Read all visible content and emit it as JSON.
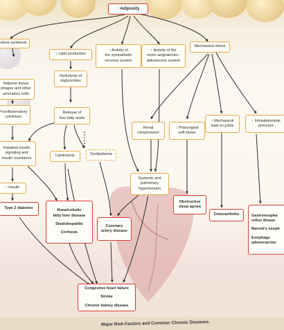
{
  "diagram": {
    "top": {
      "label": "↑ Adiposity"
    },
    "level1": {
      "cytokine": "okine synthesis",
      "lipid": "↑ Lipid production",
      "sympathetic": "↑ Activity of\nthe sympathetic\nnervous system",
      "raas": "↑ Activity of the\nrenin–angiotensin–\naldosterone system",
      "mechanical": "Mechanical stress"
    },
    "adipose": "Adipose tissue\nphages and other\nammatory cells",
    "hydrolysis": "Hydrolysis of\ntriglycerides",
    "proinflam": "Proinflammatory\ncytokines",
    "ffa": "Release of\nfree fatty acids",
    "renal": "Renal\ncompression",
    "pharyngeal": "↑ Pharyngeal\nsoft tissue",
    "joints": "↑ Mechanical\nload on joints",
    "abdominal": "↑ Intraabdominal\npressure",
    "insulin_resistance": "Impaired insulin\nsignaling and\ninsulin resistance",
    "lipotoxicity": "Lipotoxicity",
    "dyslipidemia": "Dyslipidemia",
    "hypertension": "Systemic and\npulmonary\nhypertension",
    "insulin_up": "↑ Insulin",
    "diabetes": "Type 2 diabetes",
    "nafld": {
      "a": "Nonalcoholic\nfatty liver disease",
      "b": "Steatohepatitis",
      "c": "Cirrhosis"
    },
    "cad": "Coronary\nartery disease",
    "osa": "Obstructive\nsleep apnea",
    "oa": "Osteoarthritis",
    "gerd": {
      "a": "Gastroesopha\nreflux diseas",
      "b": "Barrett's esoph",
      "c": "Esophage\nadenocarcinc"
    },
    "final": {
      "a": "Congestive heart failure",
      "b": "Stroke",
      "c": "Chronic kidney disease"
    }
  },
  "caption": "Major Risk Factors and Common Chronic Diseases.",
  "colors": {
    "border_orange": "#e5a94a",
    "border_red": "#d63b2f",
    "arrow": "#2b2b2b",
    "heart": "#c86a6a"
  }
}
